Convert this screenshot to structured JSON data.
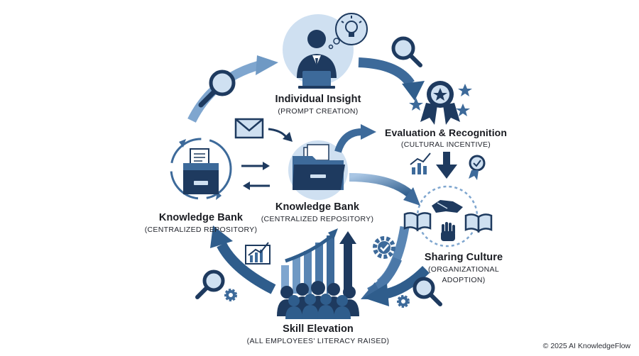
{
  "nodes": {
    "individual": {
      "title": "Individual Insight",
      "subtitle": "(PROMPT CREATION)"
    },
    "evaluation": {
      "title": "Evaluation & Recognition",
      "subtitle": "(CULTURAL INCENTIVE)"
    },
    "bank_left": {
      "title": "Knowledge Bank",
      "subtitle": "(CENTRALIZED REPOSITORY)"
    },
    "bank_center": {
      "title": "Knowledge Bank",
      "subtitle": "(CENTRALIZED REPOSITORY)"
    },
    "sharing": {
      "title": "Sharing Culture",
      "subtitle_line1": "(ORGANIZATIONAL",
      "subtitle_line2": "ADOPTION)"
    },
    "skill": {
      "title": "Skill Elevation",
      "subtitle": "(ALL EMPLOYEES' LITERACY RAISED)"
    }
  },
  "footer": {
    "copyright": "© 2025 AI KnowledgeFlow"
  },
  "colors": {
    "dark": "#1e3a5f",
    "mid": "#3d6a9a",
    "light": "#7fa6cf",
    "pale": "#cfe0f1"
  }
}
